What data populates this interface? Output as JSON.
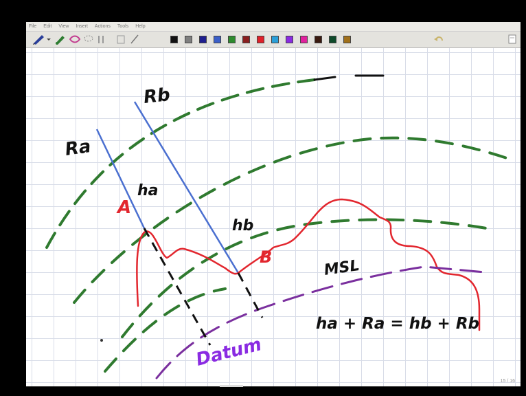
{
  "menu": [
    "File",
    "Edit",
    "View",
    "Insert",
    "Actions",
    "Tools",
    "Help"
  ],
  "toolbar": {
    "pen_colors": [
      "#111111",
      "#7f7f7f",
      "#1f1f8f",
      "#3b5fc8",
      "#2e8b2e",
      "#8a1f1f",
      "#e0202a",
      "#2a9fd8",
      "#8a2be2",
      "#e0219e",
      "#3a1a10",
      "#0f4a2a",
      "#a0701a"
    ]
  },
  "labels": {
    "ra": "Ra",
    "rb": "Rb",
    "ha": "ha",
    "hb": "hb",
    "point_a": "A",
    "point_b": "B",
    "msl": "MSL",
    "datum": "Datum",
    "equation": "ha + Ra = hb + Rb"
  },
  "page_number": "15 / 16",
  "colors": {
    "green_dash": "#2f7a2f",
    "blue_line": "#4a6fd0",
    "red_profile": "#e2262e",
    "purple_msl": "#7a2f9e",
    "black_dash": "#111111"
  }
}
